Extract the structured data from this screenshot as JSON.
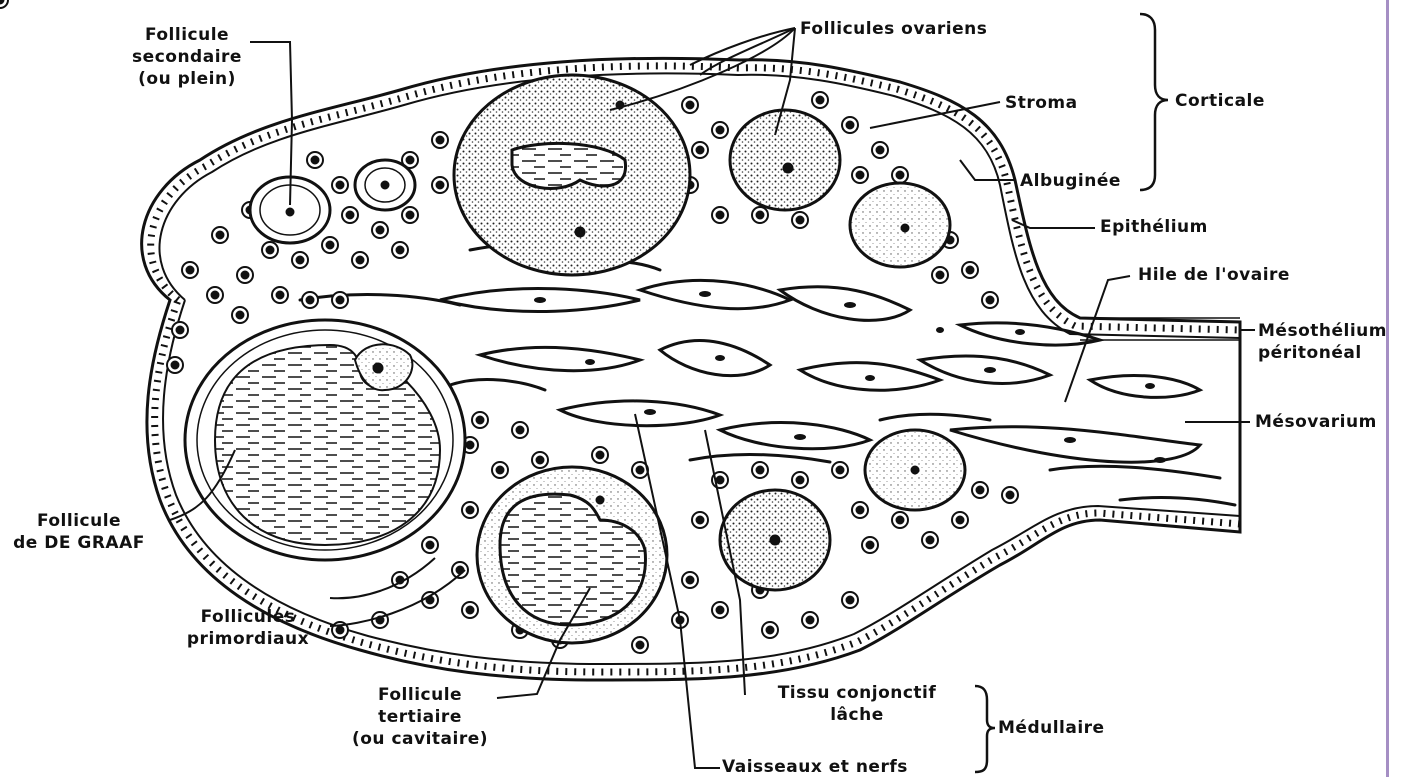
{
  "labels": {
    "follicule_secondaire": [
      "Follicule",
      "secondaire",
      "(ou plein)"
    ],
    "follicules_ovariens": "Follicules ovariens",
    "stroma": "Stroma",
    "corticale": "Corticale",
    "albuginee": "Albuginée",
    "epithelium": "Epithélium",
    "hile": "Hile de l'ovaire",
    "mesothelium": [
      "Mésothélium",
      "péritonéal"
    ],
    "mesovarium": "Mésovarium",
    "follicule_de_graaf": [
      "Follicule",
      "de DE GRAAF"
    ],
    "follicules_primordiaux": [
      "Follicules",
      "primordiaux"
    ],
    "follicule_tertiaire": [
      "Follicule",
      "tertiaire",
      "(ou cavitaire)"
    ],
    "tissu_conjonctif": [
      "Tissu conjonctif",
      "lâche"
    ],
    "medullaire": "Médullaire",
    "vaisseaux": "Vaisseaux et nerfs"
  },
  "colors": {
    "ink": "#111111",
    "accent_bar": "#a58fc4"
  }
}
